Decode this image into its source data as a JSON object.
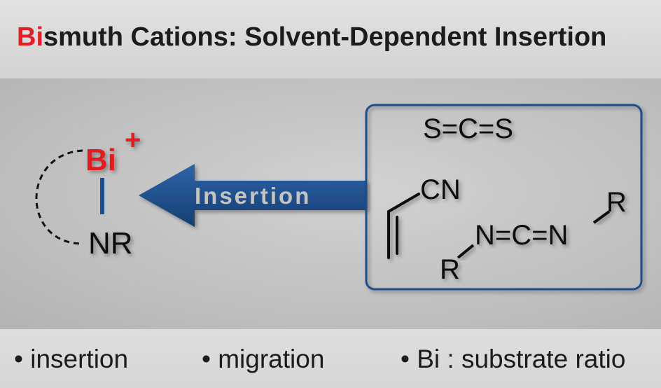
{
  "title": {
    "highlight": "Bi",
    "rest": "smuth Cations: Solvent-Dependent Insertion"
  },
  "scheme": {
    "bismuth_symbol": "Bi",
    "bismuth_charge": "+",
    "amide_label": "NR",
    "arrow_label": "Insertion",
    "substrates": {
      "cs2": "S=C=S",
      "nitrile_label": "CN",
      "carbodiimide_core": "N=C=N",
      "r_left": "R",
      "r_right": "R"
    }
  },
  "bullets": [
    "• insertion",
    "• migration",
    "• Bi : substrate ratio"
  ],
  "colors": {
    "accent_red": "#e31e24",
    "arrow_blue": "#1f4e8c",
    "box_border": "#1f4e8c",
    "text": "#111111"
  }
}
